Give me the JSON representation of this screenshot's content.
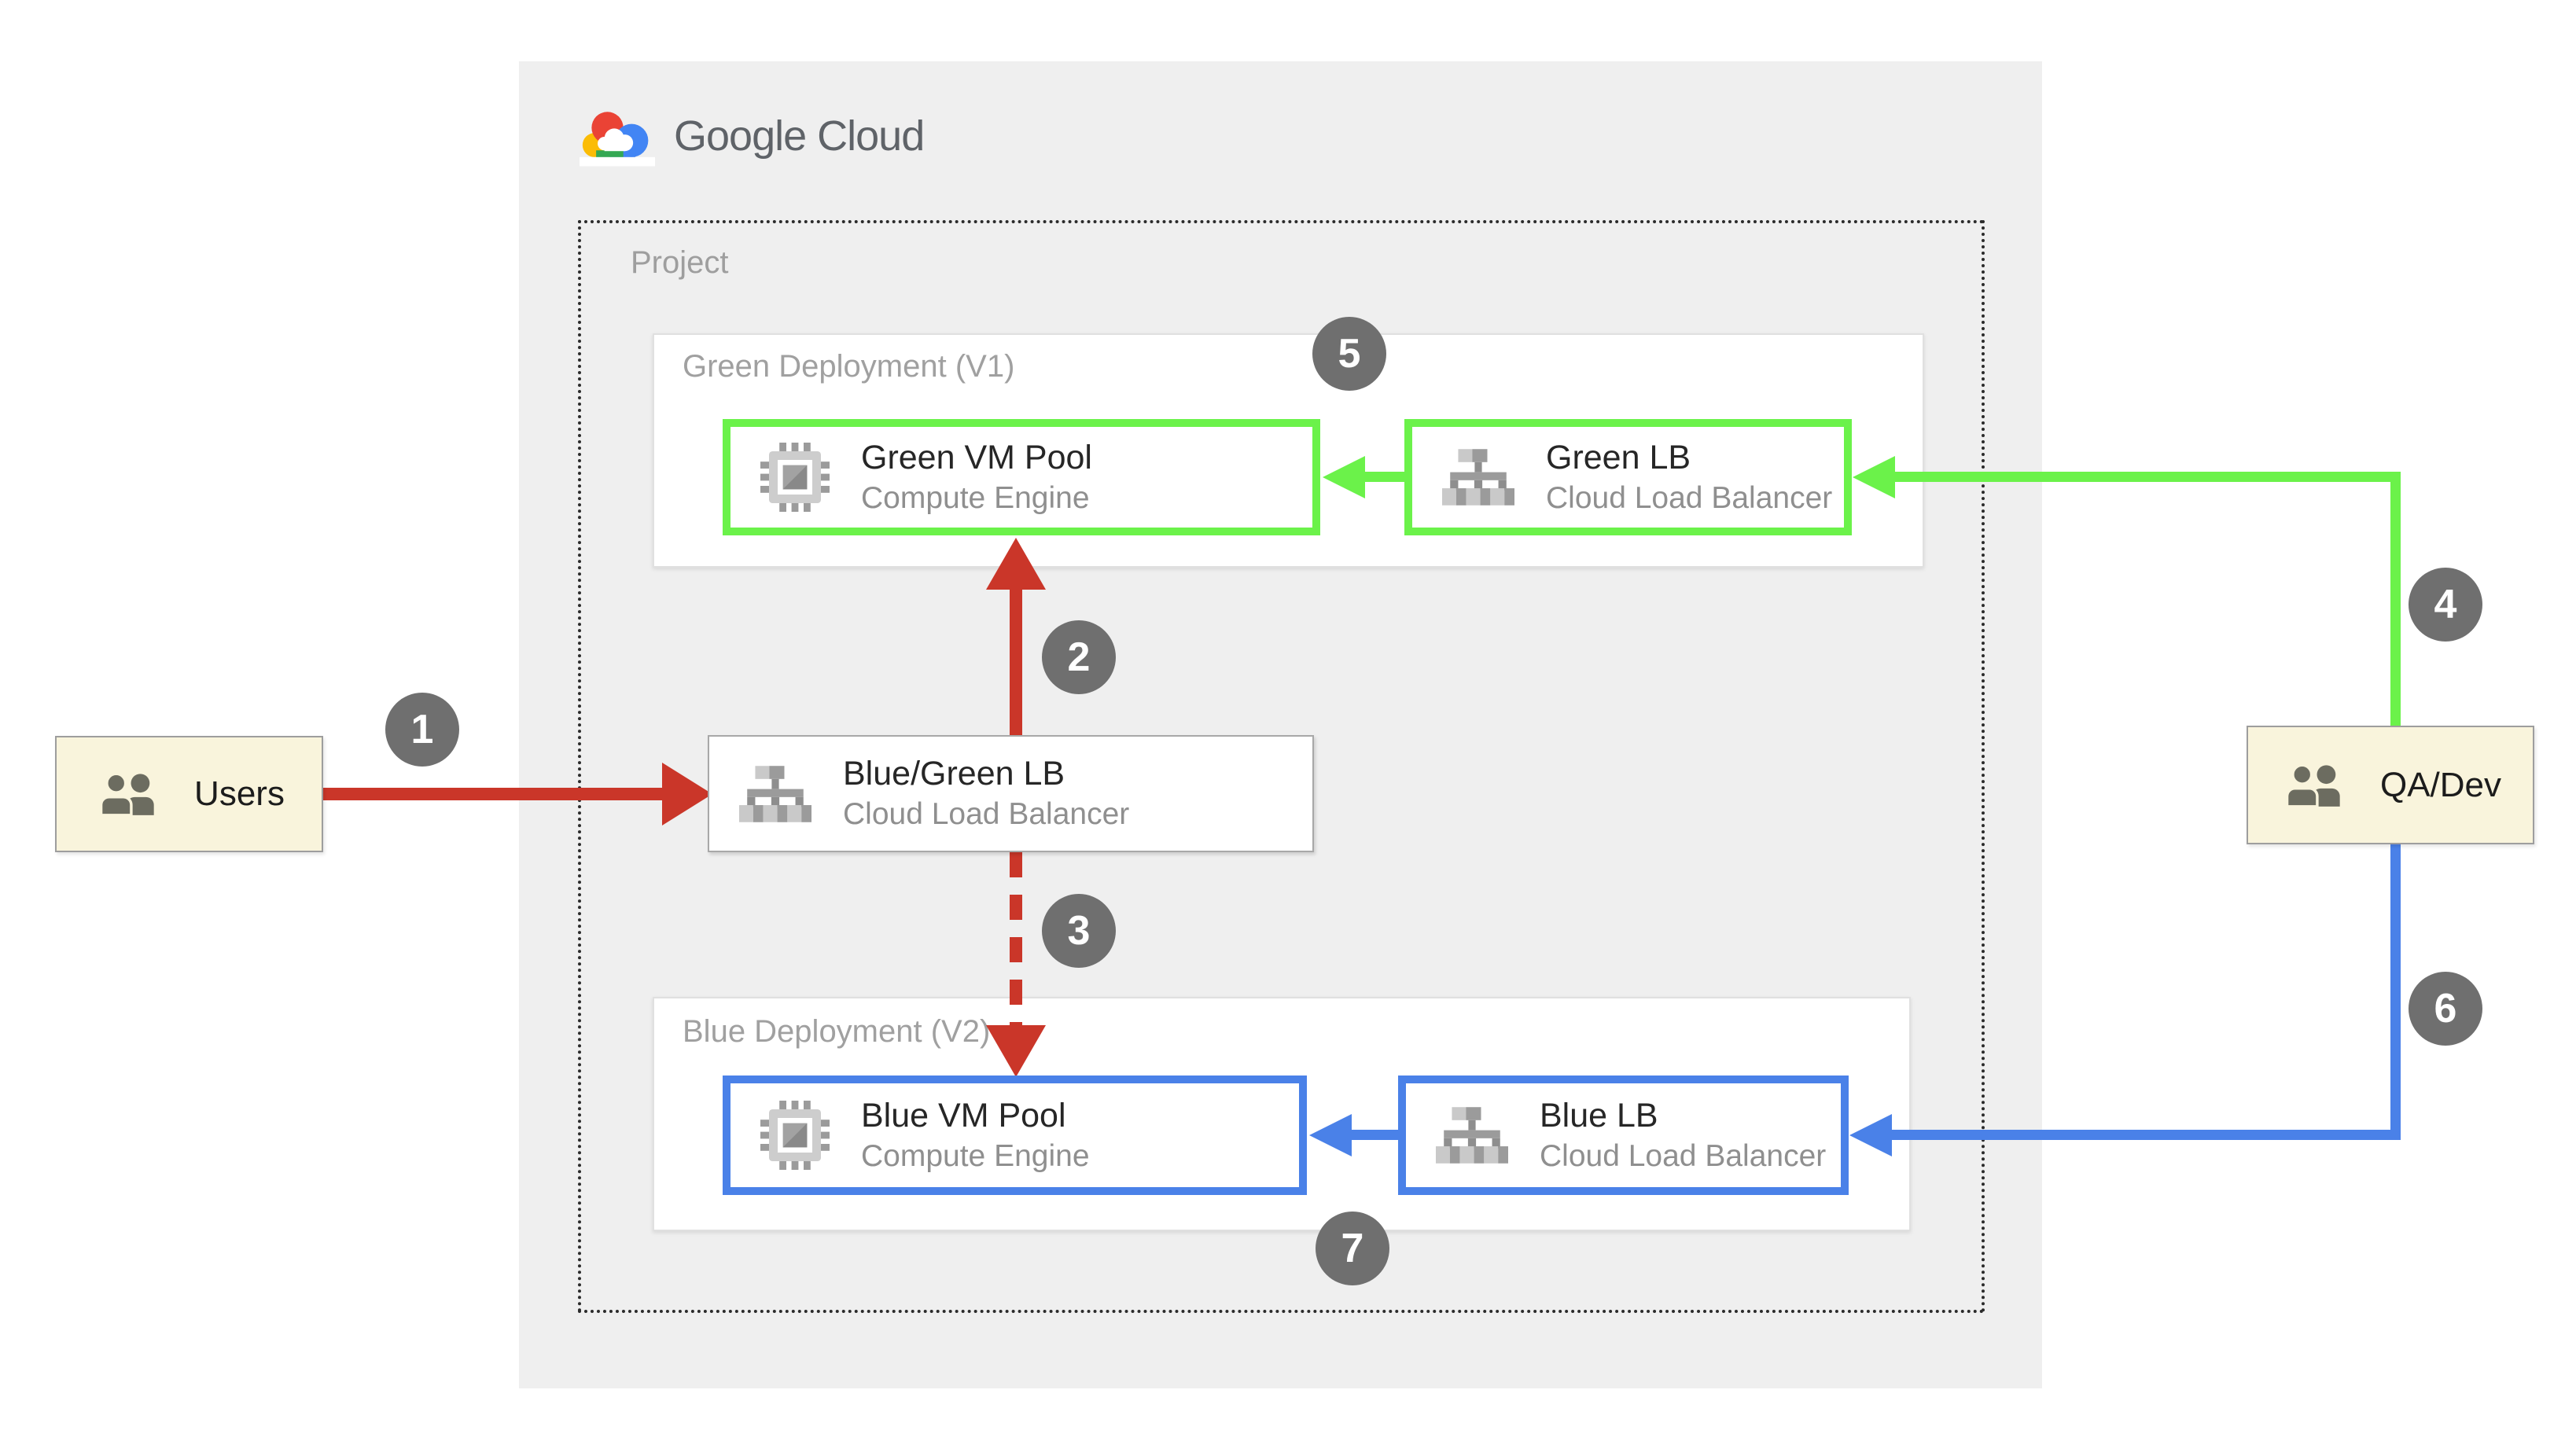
{
  "brand": {
    "name": "Google Cloud"
  },
  "project": {
    "label": "Project"
  },
  "panels": {
    "green": {
      "label": "Green Deployment (V1)"
    },
    "blue": {
      "label": "Blue Deployment (V2)"
    }
  },
  "cards": {
    "green_vm": {
      "title": "Green VM Pool",
      "subtitle": "Compute Engine",
      "icon": "compute-engine-icon"
    },
    "green_lb": {
      "title": "Green LB",
      "subtitle": "Cloud Load Balancer",
      "icon": "load-balancer-icon"
    },
    "bluegreen_lb": {
      "title": "Blue/Green LB",
      "subtitle": "Cloud Load Balancer",
      "icon": "load-balancer-icon"
    },
    "blue_vm": {
      "title": "Blue VM Pool",
      "subtitle": "Compute Engine",
      "icon": "compute-engine-icon"
    },
    "blue_lb": {
      "title": "Blue LB",
      "subtitle": "Cloud Load Balancer",
      "icon": "load-balancer-icon"
    }
  },
  "actors": {
    "users": {
      "label": "Users",
      "icon": "users-icon"
    },
    "qa_dev": {
      "label": "QA/Dev",
      "icon": "users-icon"
    }
  },
  "steps": [
    "1",
    "2",
    "3",
    "4",
    "5",
    "6",
    "7"
  ],
  "colors": {
    "green": "#6BF24A",
    "blue": "#4A81E8",
    "red": "#CA3629",
    "badge": "#6F6F6F",
    "cream": "#F9F4DC",
    "stage": "#EFEFEF"
  }
}
